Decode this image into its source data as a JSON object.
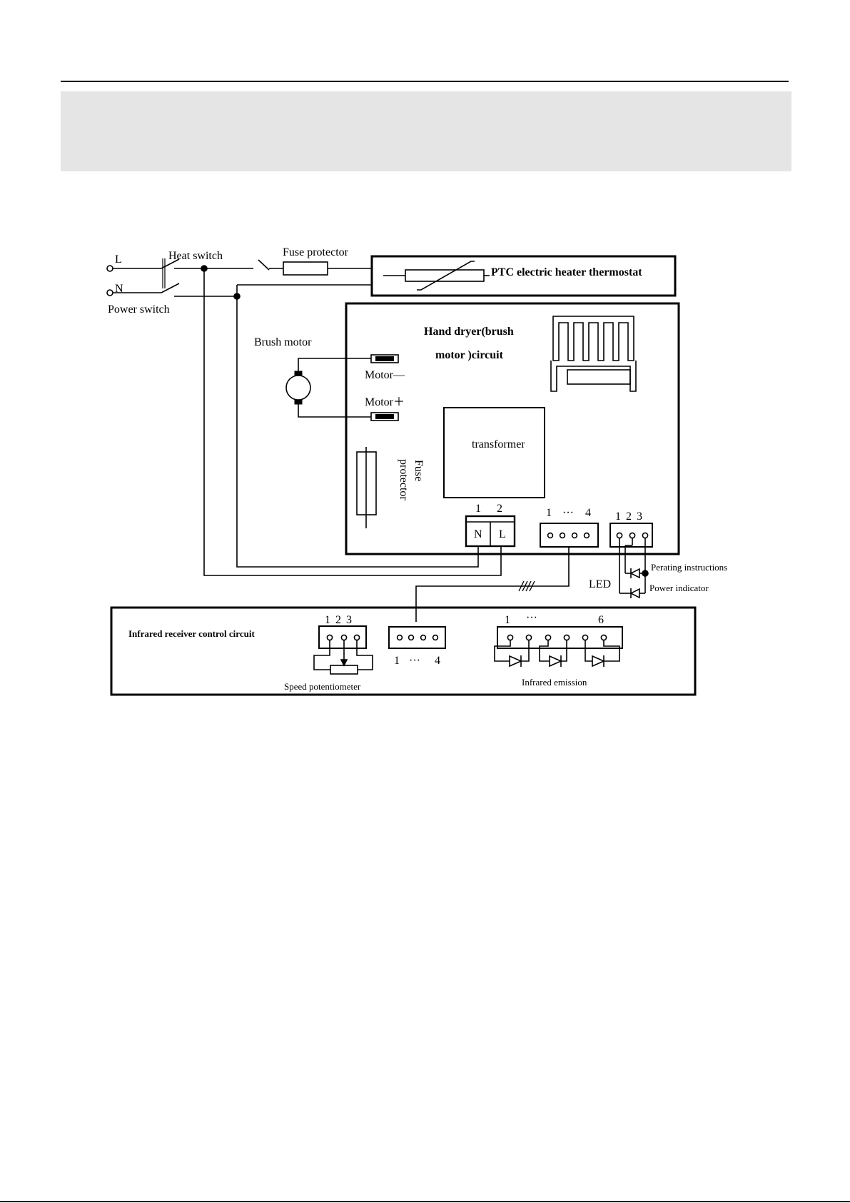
{
  "labels": {
    "L": "L",
    "N": "N",
    "heat_switch": "Heat switch",
    "power_switch": "Power switch",
    "fuse_protector_top": "Fuse protector",
    "ptc": "PTC electric heater thermostat",
    "hand_dryer_line1": "Hand dryer(brush",
    "hand_dryer_line2": "motor )circuit",
    "brush_motor": "Brush motor",
    "motor_minus": "Motor—",
    "motor_plus": "Motor＋",
    "transformer": "transformer",
    "fuse_inner_line1": "Fuse",
    "fuse_inner_line2": "protector",
    "term_N": "N",
    "term_L": "L",
    "term_num1": "1",
    "term_num2": "2",
    "conn4_top_left": "1",
    "conn4_top_dots": "···",
    "conn4_top_right": "4",
    "conn3_label": "1 2 3",
    "led": "LED",
    "perating_instructions": "Perating instructions",
    "power_indicator": "Power indicator",
    "infrared_receiver": "Infrared receiver control circuit",
    "pot_conn_label": "1 2 3",
    "speed_potentiometer": "Speed potentiometer",
    "conn4_bottom_left": "1",
    "conn4_bottom_dots": "···",
    "conn4_bottom_right": "4",
    "ir_conn_left": "1",
    "ir_conn_dots": "···",
    "ir_conn_right": "6",
    "infrared_emission": "Infrared emission"
  }
}
